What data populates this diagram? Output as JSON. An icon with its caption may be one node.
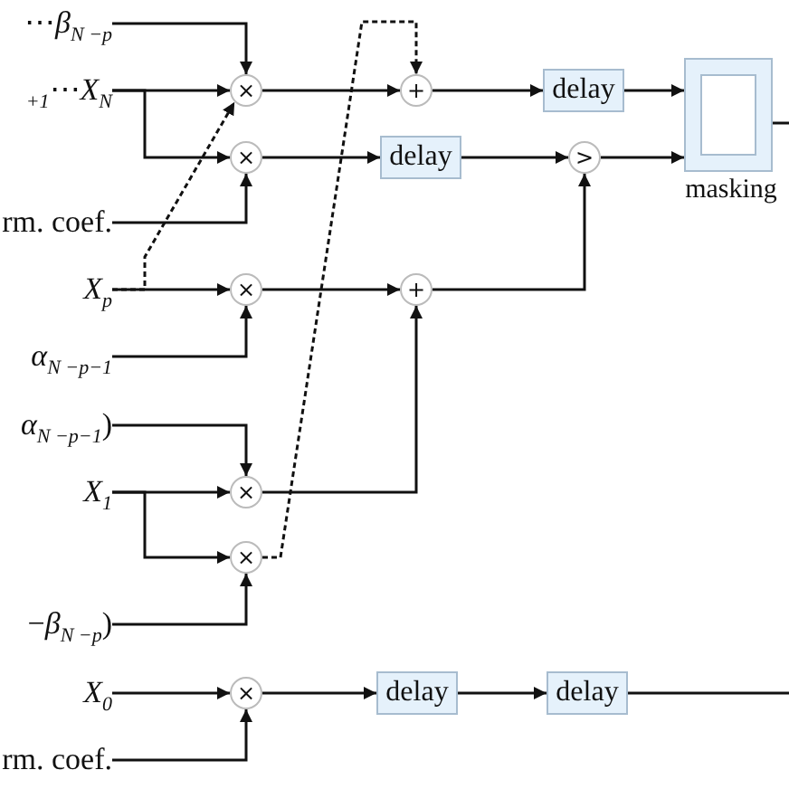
{
  "diagram": {
    "nodes": [
      {
        "text": [
          "⋯*β*$_{N −p}$"
        ]
      },
      {
        "text": [
          "$_{+1}$⋯*X*$_{N}$"
        ]
      },
      {
        "text": [
          "rm. coef."
        ]
      },
      {
        "text": [
          "*X*$_{p}$"
        ]
      },
      {
        "text": [
          "*α*$_{N −p−1}$"
        ]
      },
      {
        "text": [
          "*α*$_{N −p−1}$)"
        ]
      },
      {
        "text": [
          "*X*$_{1}$"
        ]
      },
      {
        "text": [
          "−*β*$_{N −p}$)"
        ]
      },
      {
        "text": [
          "*X*$_{0}$"
        ]
      },
      {
        "text": [
          "rm. coef."
        ]
      },
      {
        "text": [
          "×"
        ]
      },
      {
        "text": [
          "×"
        ]
      },
      {
        "text": [
          "×"
        ]
      },
      {
        "text": [
          "×"
        ]
      },
      {
        "text": [
          "×"
        ]
      },
      {
        "text": [
          "×"
        ]
      },
      {
        "text": [
          "+"
        ]
      },
      {
        "text": [
          ">"
        ]
      },
      {
        "text": [
          "+"
        ]
      },
      {
        "text": [
          "delay"
        ]
      },
      {
        "text": [
          "delay"
        ]
      },
      {
        "text": [
          "delay"
        ]
      },
      {
        "text": [
          "delay"
        ]
      },
      {
        "text": [
          "masking"
        ]
      }
    ],
    "edges": [
      {
        "from": 0,
        "to": 10,
        "arrow": "to"
      },
      {
        "from": 1,
        "to": 10,
        "arrow": "to"
      },
      {
        "from": 1,
        "to": 11,
        "arrow": "to"
      },
      {
        "from": 2,
        "to": 11,
        "arrow": "to"
      },
      {
        "from": 3,
        "to": 12,
        "arrow": "to"
      },
      {
        "from": 3,
        "to": 10,
        "arrow": "to",
        "style": "dashed"
      },
      {
        "from": 4,
        "to": 12,
        "arrow": "to"
      },
      {
        "from": 5,
        "to": 13,
        "arrow": "to"
      },
      {
        "from": 6,
        "to": 13,
        "arrow": "to"
      },
      {
        "from": 6,
        "to": 14,
        "arrow": "to"
      },
      {
        "from": 7,
        "to": 14,
        "arrow": "to"
      },
      {
        "from": 8,
        "to": 15,
        "arrow": "to"
      },
      {
        "from": 9,
        "to": 15,
        "arrow": "to"
      },
      {
        "from": 10,
        "to": 16,
        "arrow": "to"
      },
      {
        "from": 11,
        "to": 20,
        "arrow": "to"
      },
      {
        "from": 12,
        "to": 18,
        "arrow": "to"
      },
      {
        "from": 13,
        "to": 18,
        "arrow": "to"
      },
      {
        "from": 14,
        "to": 16,
        "arrow": "to",
        "style": "dashed"
      },
      {
        "from": 16,
        "to": 19,
        "arrow": "to"
      },
      {
        "from": 20,
        "to": 17,
        "arrow": "to"
      },
      {
        "from": 18,
        "to": 17,
        "arrow": "to"
      },
      {
        "from": 19,
        "to": 23,
        "arrow": "to"
      },
      {
        "from": 17,
        "to": 23,
        "arrow": "to"
      },
      {
        "from": 15,
        "to": 21,
        "arrow": "to"
      },
      {
        "from": 21,
        "to": 22,
        "arrow": "to"
      },
      {
        "from": 22,
        "to": null,
        "arrow": "none"
      },
      {
        "from": 23,
        "to": null,
        "arrow": "none"
      }
    ]
  }
}
